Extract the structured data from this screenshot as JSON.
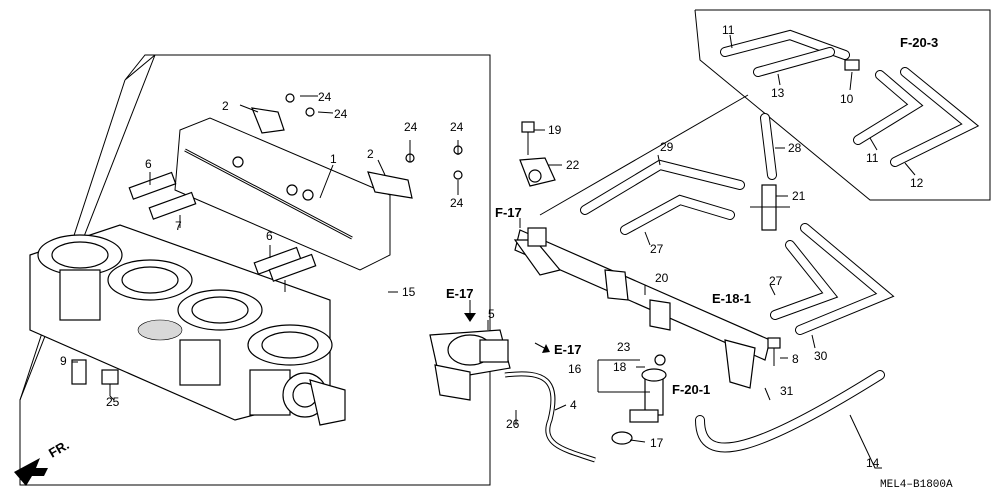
{
  "callouts": {
    "c1": "1",
    "c2a": "2",
    "c2b": "2",
    "c4": "4",
    "c5": "5",
    "c6a": "6",
    "c6b": "6",
    "c7": "7",
    "c8": "8",
    "c9": "9",
    "c10": "10",
    "c11a": "11",
    "c11b": "11",
    "c12": "12",
    "c13": "13",
    "c14": "14",
    "c15": "15",
    "c16": "16",
    "c17": "17",
    "c18": "18",
    "c19": "19",
    "c20": "20",
    "c21": "21",
    "c22": "22",
    "c23": "23",
    "c24a": "24",
    "c24b": "24",
    "c24c": "24",
    "c24d": "24",
    "c24e": "24",
    "c25": "25",
    "c26": "26",
    "c27a": "27",
    "c27b": "27",
    "c28": "28",
    "c29": "29",
    "c30": "30",
    "c31": "31"
  },
  "references": {
    "f17": "F-17",
    "e17a": "E-17",
    "e17b": "E-17",
    "e181": "E-18-1",
    "f201": "F-20-1",
    "f203": "F-20-3"
  },
  "front_label": "FR.",
  "diagram_code": "MEL4–B1800A"
}
